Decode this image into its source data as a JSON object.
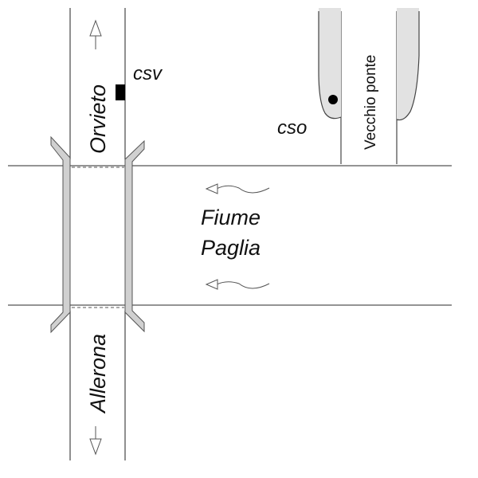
{
  "labels": {
    "road_north": "Orvieto",
    "road_south": "Allerona",
    "sensor_csv": "csv",
    "sensor_cso": "cso",
    "old_bridge": "Vecchio ponte",
    "river_line1": "Fiume",
    "river_line2": "Paglia"
  },
  "colors": {
    "line": "#555555",
    "bridge_fill": "#d0d0d0",
    "pier_fill": "#e2e2e2",
    "marker": "#000000",
    "text": "#111111"
  }
}
